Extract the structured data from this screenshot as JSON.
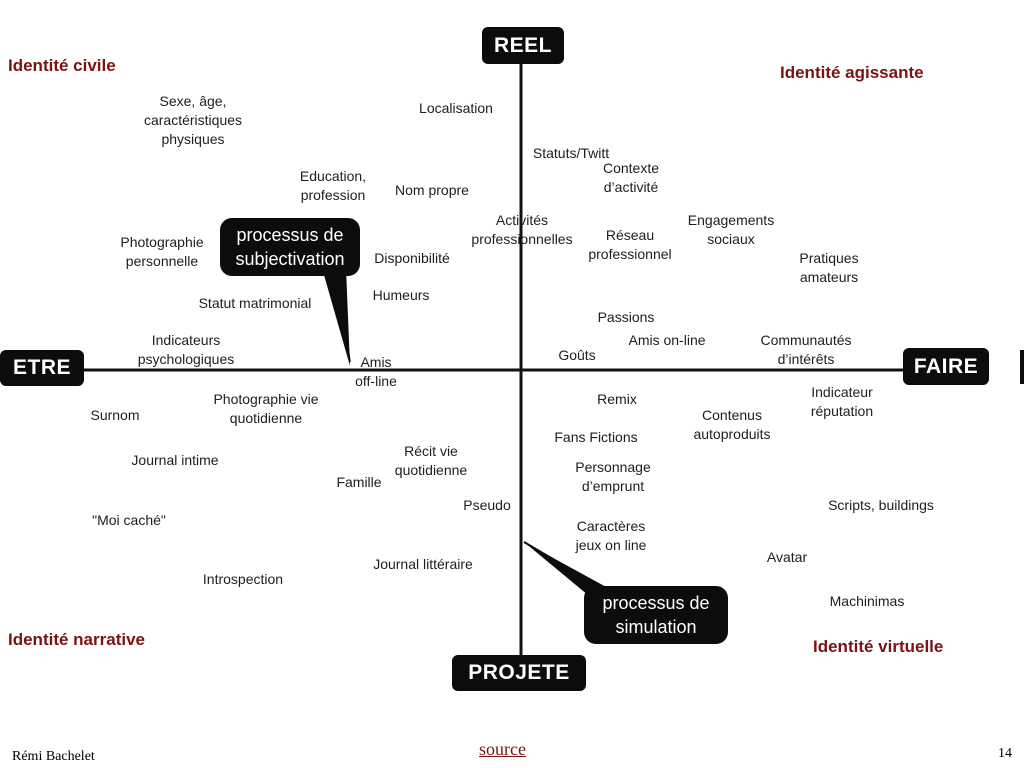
{
  "axes": {
    "top": "REEL",
    "bottom": "PROJETE",
    "left": "ETRE",
    "right": "FAIRE"
  },
  "quadrants": {
    "top_left": "Identité civile",
    "top_right": "Identité agissante",
    "bottom_left": "Identité narrative",
    "bottom_right": "Identité virtuelle"
  },
  "callouts": {
    "subjectivation": "processus de\nsubjectivation",
    "simulation": "processus de\nsimulation"
  },
  "labels": {
    "sexe": "Sexe, âge,\ncaractéristiques\nphysiques",
    "localisation": "Localisation",
    "statuts": "Statuts/Twitt",
    "contexte": "Contexte\nd’activité",
    "education": "Education,\nprofession",
    "nom_propre": "Nom propre",
    "activites": "Activités\nprofessionnelles",
    "reseau": "Réseau\nprofessionnel",
    "engagements": "Engagements\nsociaux",
    "pratiques": "Pratiques\namateurs",
    "photographie_perso": "Photographie\npersonnelle",
    "disponibilite": "Disponibilité",
    "humeurs": "Humeurs",
    "statut_matrimonial": "Statut matrimonial",
    "passions": "Passions",
    "amis_online": "Amis on-line",
    "communautes": "Communautés\nd’intérêts",
    "indicateurs_psy": "Indicateurs\npsychologiques",
    "amis_offline": "Amis\noff-line",
    "gouts": "Goûts",
    "photographie_vie": "Photographie vie\nquotidienne",
    "remix": "Remix",
    "indicateur_reputation": "Indicateur\nréputation",
    "surnom": "Surnom",
    "contenus": "Contenus\nautoproduits",
    "fans_fictions": "Fans Fictions",
    "recit": "Récit vie\nquotidienne",
    "journal_intime": "Journal intime",
    "famille": "Famille",
    "personnage": "Personnage\nd’emprunt",
    "pseudo": "Pseudo",
    "scripts": "Scripts, buildings",
    "moi_cache": "\"Moi caché\"",
    "caracteres": "Caractères\njeux on line",
    "avatar": "Avatar",
    "journal_litteraire": "Journal littéraire",
    "introspection": "Introspection",
    "machinimas": "Machinimas"
  },
  "footer": {
    "author": "Rémi Bachelet",
    "source": "source",
    "page": "14"
  }
}
